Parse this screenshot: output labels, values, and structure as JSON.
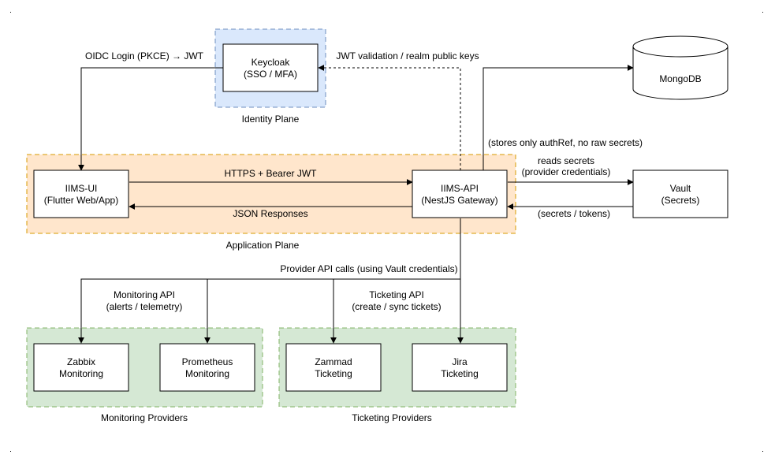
{
  "planes": {
    "identity": "Identity Plane",
    "application": "Application Plane",
    "monitoring": "Monitoring Providers",
    "ticketing": "Ticketing Providers"
  },
  "nodes": {
    "keycloak": [
      "Keycloak",
      "(SSO / MFA)"
    ],
    "iims_ui": [
      "IIMS-UI",
      "(Flutter Web/App)"
    ],
    "iims_api": [
      "IIMS-API",
      "(NestJS Gateway)"
    ],
    "mongodb": [
      "MongoDB"
    ],
    "vault": [
      "Vault",
      "(Secrets)"
    ],
    "zabbix": [
      "Zabbix",
      "Monitoring"
    ],
    "prometheus": [
      "Prometheus",
      "Monitoring"
    ],
    "zammad": [
      "Zammad",
      "Ticketing"
    ],
    "jira": [
      "Jira",
      "Ticketing"
    ]
  },
  "edges": {
    "oidc_login": "OIDC Login (PKCE) → JWT",
    "jwt_validation": "JWT validation / realm public keys",
    "stores_authref": "(stores only authRef, no raw secrets)",
    "https_bearer": "HTTPS + Bearer JWT",
    "json_responses": "JSON Responses",
    "reads_secrets": [
      "reads secrets",
      "(provider credentials)"
    ],
    "secrets_tokens": "(secrets / tokens)",
    "provider_calls": "Provider API calls (using Vault credentials)",
    "monitoring_api": [
      "Monitoring API",
      "(alerts / telemetry)"
    ],
    "ticketing_api": [
      "Ticketing API",
      "(create / sync tickets)"
    ]
  },
  "colors": {
    "identity_fill": "#dae8fc",
    "identity_stroke": "#6c8ebf",
    "application_fill": "#ffe6cc",
    "application_stroke": "#d79b00",
    "provider_fill": "#d5e8d4",
    "provider_stroke": "#82b366"
  }
}
